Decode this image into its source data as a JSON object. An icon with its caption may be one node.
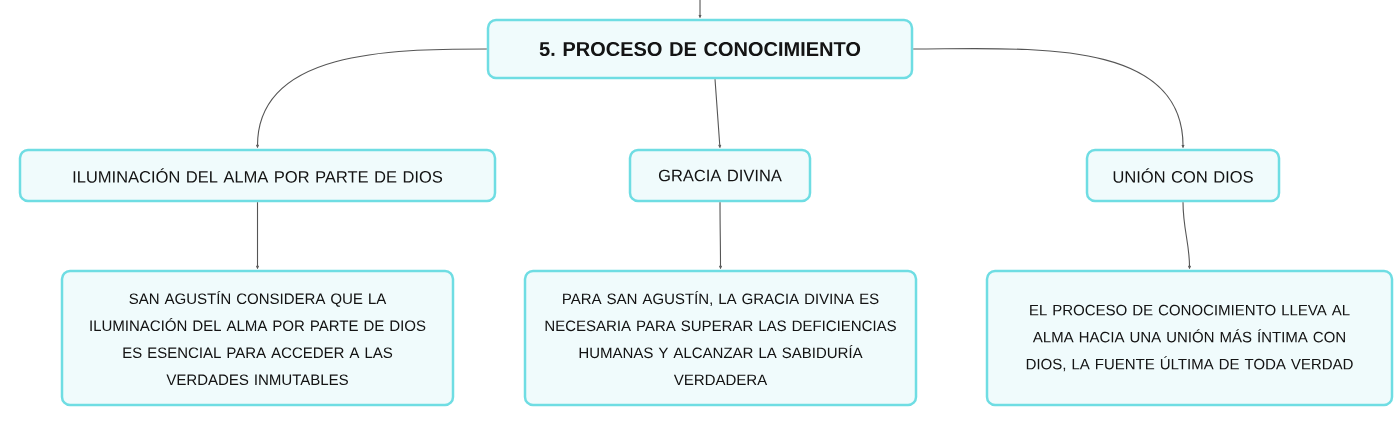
{
  "diagram": {
    "nodes": [
      {
        "text": [
          "5. PROCESO DE CONOCIMIENTO"
        ]
      },
      {
        "text": [
          "ILUMINACIÓN DEL ALMA POR PARTE DE DIOS"
        ]
      },
      {
        "text": [
          "GRACIA DIVINA"
        ]
      },
      {
        "text": [
          "UNIÓN CON DIOS"
        ]
      },
      {
        "text": [
          "SAN AGUSTÍN CONSIDERA QUE LA ILUMINACIÓN DEL ALMA POR PARTE DE DIOS ES ESENCIAL PARA ACCEDER A LAS VERDADES INMUTABLES"
        ]
      },
      {
        "text": [
          "PARA SAN AGUSTÍN, LA GRACIA DIVINA ES NECESARIA PARA SUPERAR LAS DEFICIENCIAS HUMANAS Y ALCANZAR LA SABIDURÍA VERDADERA"
        ]
      },
      {
        "text": [
          "EL PROCESO DE CONOCIMIENTO LLEVA AL ALMA HACIA UNA UNIÓN MÁS ÍNTIMA CON DIOS, LA FUENTE ÚLTIMA DE TODA VERDAD"
        ]
      }
    ],
    "edges": [
      {
        "from": null,
        "to": 0,
        "arrow": "to"
      },
      {
        "from": 0,
        "to": 1,
        "arrow": "to"
      },
      {
        "from": 0,
        "to": 2,
        "arrow": "to"
      },
      {
        "from": 0,
        "to": 3,
        "arrow": "to"
      },
      {
        "from": 1,
        "to": 4,
        "arrow": "to"
      },
      {
        "from": 2,
        "to": 5,
        "arrow": "to"
      },
      {
        "from": 3,
        "to": 6,
        "arrow": "to"
      }
    ]
  }
}
